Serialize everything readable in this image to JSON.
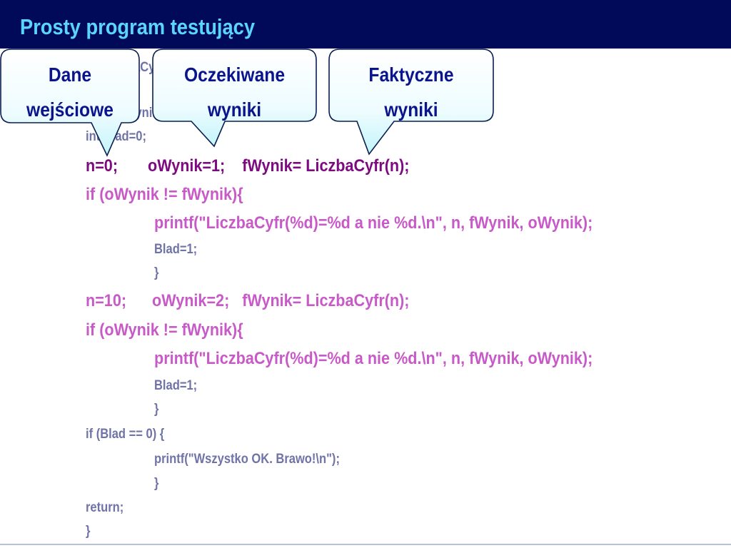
{
  "slide": {
    "title": "Prosty program testujący"
  },
  "code": {
    "lines": [
      "int LiczbaCyfr(int n);",
      "int n, oWynik, fWynik;",
      "int Blad=0;",
      "n=0;       oWynik=1;    fWynik= LiczbaCyfr(n);",
      "if (oWynik != fWynik){",
      "printf(\"LiczbaCyfr(%d)=%d a nie %d.\\n\", n, fWynik, oWynik);",
      "Blad=1;",
      "}",
      "n=10;      oWynik=2;   fWynik= LiczbaCyfr(n);",
      "if (oWynik != fWynik){",
      "printf(\"LiczbaCyfr(%d)=%d a nie %d.\\n\", n, fWynik, oWynik);",
      "Blad=1;",
      "}",
      "if (Blad == 0) {",
      "printf(\"Wszystko OK. Brawo!\\n\");",
      "}",
      "return;",
      "}"
    ]
  },
  "callouts": {
    "input": {
      "line1": "Dane",
      "line2": "wejściowe"
    },
    "expected": {
      "line1": "Oczekiwane",
      "line2": "wyniki"
    },
    "actual": {
      "line1": "Faktyczne",
      "line2": "wyniki"
    }
  },
  "colors": {
    "title_bar": "#000a59",
    "title_text": "#59d5ff",
    "code_gray": "#6f73a8",
    "code_pink": "#c85ac8",
    "code_purple": "#7e0a80",
    "callout_text": "#0a148c"
  }
}
